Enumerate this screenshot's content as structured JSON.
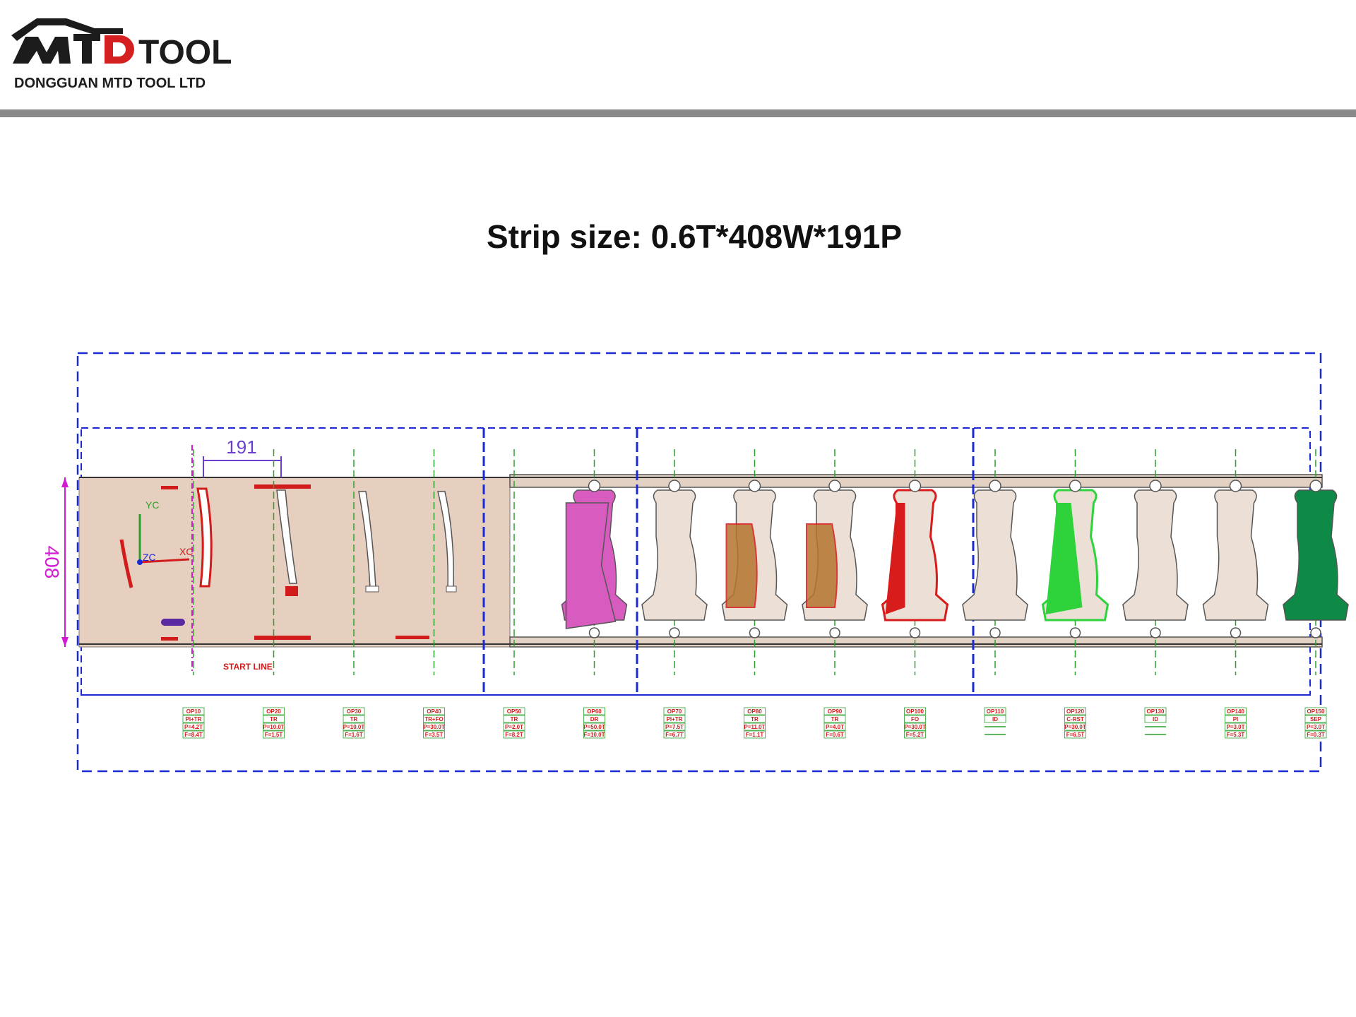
{
  "logo": {
    "brand_left": "MTD",
    "brand_right": "TOOL",
    "company": "DONGGUAN MTD TOOL LTD",
    "colors": {
      "dark": "#1c1c1c",
      "red": "#d42020"
    }
  },
  "slide": {
    "title": "Strip size: 0.6T*408W*191P"
  },
  "drawing": {
    "width_dim": "408",
    "pitch_dim": "191",
    "start_line": "START LINE",
    "axis_labels": {
      "y": "YC",
      "x": "XC",
      "z": "ZC"
    },
    "colors": {
      "frame": "#1a2bd6",
      "section_line": "#2ca02c",
      "dimension": "#d21bd2",
      "sheet": "#e7cfc0",
      "part": "#ece0d6",
      "pink": "#d85cc0",
      "brown": "#b5742f",
      "red": "#d81b1b",
      "green": "#2ed23a",
      "darkgreen": "#0e8a46",
      "label": "#d21b1b"
    },
    "stations": [
      {
        "op": "OP10",
        "desc": "PI+TR",
        "p": "P=4.2T",
        "f": "F=8.4T"
      },
      {
        "op": "OP20",
        "desc": "TR",
        "p": "P=10.0T",
        "f": "F=1.5T"
      },
      {
        "op": "OP30",
        "desc": "TR",
        "p": "P=10.0T",
        "f": "F=1.6T"
      },
      {
        "op": "OP40",
        "desc": "TR+FO",
        "p": "P=30.0T",
        "f": "F=3.5T"
      },
      {
        "op": "OP50",
        "desc": "TR",
        "p": "P=2.0T",
        "f": "F=8.2T"
      },
      {
        "op": "OP60",
        "desc": "DR",
        "p": "P=50.0T",
        "f": "F=10.0T"
      },
      {
        "op": "OP70",
        "desc": "PI+TR",
        "p": "P=7.5T",
        "f": "F=6.7T"
      },
      {
        "op": "OP80",
        "desc": "TR",
        "p": "P=11.0T",
        "f": "F=1.1T"
      },
      {
        "op": "OP90",
        "desc": "TR",
        "p": "P=4.0T",
        "f": "F=0.6T"
      },
      {
        "op": "OP100",
        "desc": "FO",
        "p": "P=30.0T",
        "f": "F=5.2T"
      },
      {
        "op": "OP110",
        "desc": "ID",
        "p": "",
        "f": ""
      },
      {
        "op": "OP120",
        "desc": "C-RST",
        "p": "P=30.0T",
        "f": "F=6.5T"
      },
      {
        "op": "OP130",
        "desc": "ID",
        "p": "",
        "f": ""
      },
      {
        "op": "OP140",
        "desc": "PI",
        "p": "P=3.0T",
        "f": "F=5.3T"
      },
      {
        "op": "OP150",
        "desc": "SEP",
        "p": "P=3.0T",
        "f": "F=0.3T"
      }
    ],
    "part_colors": [
      "",
      "",
      "",
      "",
      "",
      "pink",
      "part",
      "brown",
      "brown",
      "red",
      "part",
      "green",
      "part",
      "part",
      "darkgreen"
    ]
  }
}
